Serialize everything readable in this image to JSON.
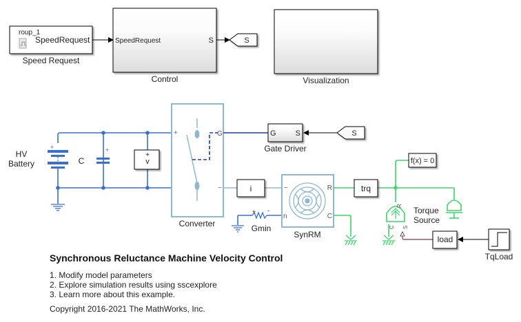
{
  "colors": {
    "electrical": "#3a6fd0",
    "converter": "#8fb8cf",
    "gate": "#1f3b9e",
    "mechanical": "#3cd66a",
    "physical_signal": "#9a5a5a",
    "signal": "#000000"
  },
  "blocks": {
    "speed_request": {
      "label": "Speed Request",
      "group_text": "roup_1",
      "port": "SpeedRequest",
      "icon": "signal-builder-icon"
    },
    "control": {
      "label": "Control",
      "in_port": "SpeedRequest",
      "out_port": "S"
    },
    "goto_s": {
      "tag": "S"
    },
    "visualization": {
      "label": "Visualization"
    },
    "hv_battery": {
      "label_line1": "HV",
      "label_line2": "Battery",
      "plus": "+"
    },
    "capacitor": {
      "label": "C",
      "plus": "+"
    },
    "voltage_sensor": {
      "label": "v",
      "plus": "+"
    },
    "converter": {
      "label": "Converter",
      "port_plus": "+",
      "port_minus": "~",
      "port_g": "G"
    },
    "gate_driver": {
      "label": "Gate Driver",
      "in_port": "S",
      "out_port": "G"
    },
    "from_s": {
      "tag": "S"
    },
    "current_sensor": {
      "label": "i"
    },
    "gmin": {
      "label": "Gmin",
      "plus": "+",
      "minus": "-"
    },
    "synrm": {
      "label": "SynRM",
      "port_ac": "~",
      "port_n": "n",
      "port_r": "R",
      "port_c": "C"
    },
    "torque_sensor": {
      "label": "trq"
    },
    "solver_config": {
      "label": "f(x) = 0"
    },
    "torque_source": {
      "label_line1": "Torque",
      "label_line2": "Source",
      "port_r": "R",
      "port_c": "C",
      "port_s": "S"
    },
    "load_converter": {
      "label": "load"
    },
    "tq_load": {
      "label": "TqLoad"
    }
  },
  "annotation": {
    "title": "Synchronous Reluctance Machine Velocity Control",
    "steps": [
      "1. Modify model parameters",
      "2. Explore simulation results using sscexplore",
      "3. Learn more about this example."
    ],
    "copyright": "Copyright 2016-2021 The MathWorks, Inc."
  }
}
